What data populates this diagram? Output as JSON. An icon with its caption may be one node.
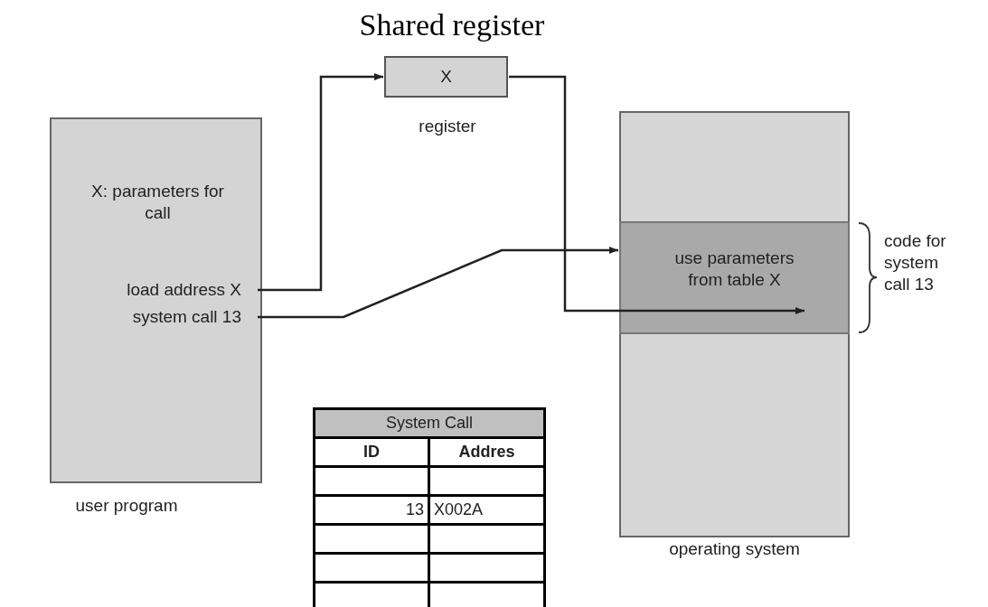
{
  "diagram": {
    "title": "Shared register",
    "nodes": [
      {
        "text": [
          "X: parameters for call"
        ],
        "beside": [
          "user program"
        ]
      },
      {
        "text": [
          "load address X"
        ],
        "in": 0
      },
      {
        "text": [
          "system call 13"
        ],
        "in": 0
      },
      {
        "text": [
          "X"
        ],
        "beside": [
          "register"
        ]
      },
      {
        "text": [],
        "shape": "box",
        "beside": [
          "operating system"
        ]
      },
      {
        "text": [
          "use parameters from table X"
        ],
        "in": 4,
        "beside": [
          "code for system call 13"
        ]
      }
    ],
    "edges": [
      {
        "from": 1,
        "to": 3,
        "arrow": "to"
      },
      {
        "from": 3,
        "to": 5,
        "arrow": "to"
      },
      {
        "from": 2,
        "to": 5,
        "arrow": "to"
      }
    ],
    "labels": [
      "System Call",
      "ID",
      "Addres",
      "13",
      "X002A"
    ]
  }
}
